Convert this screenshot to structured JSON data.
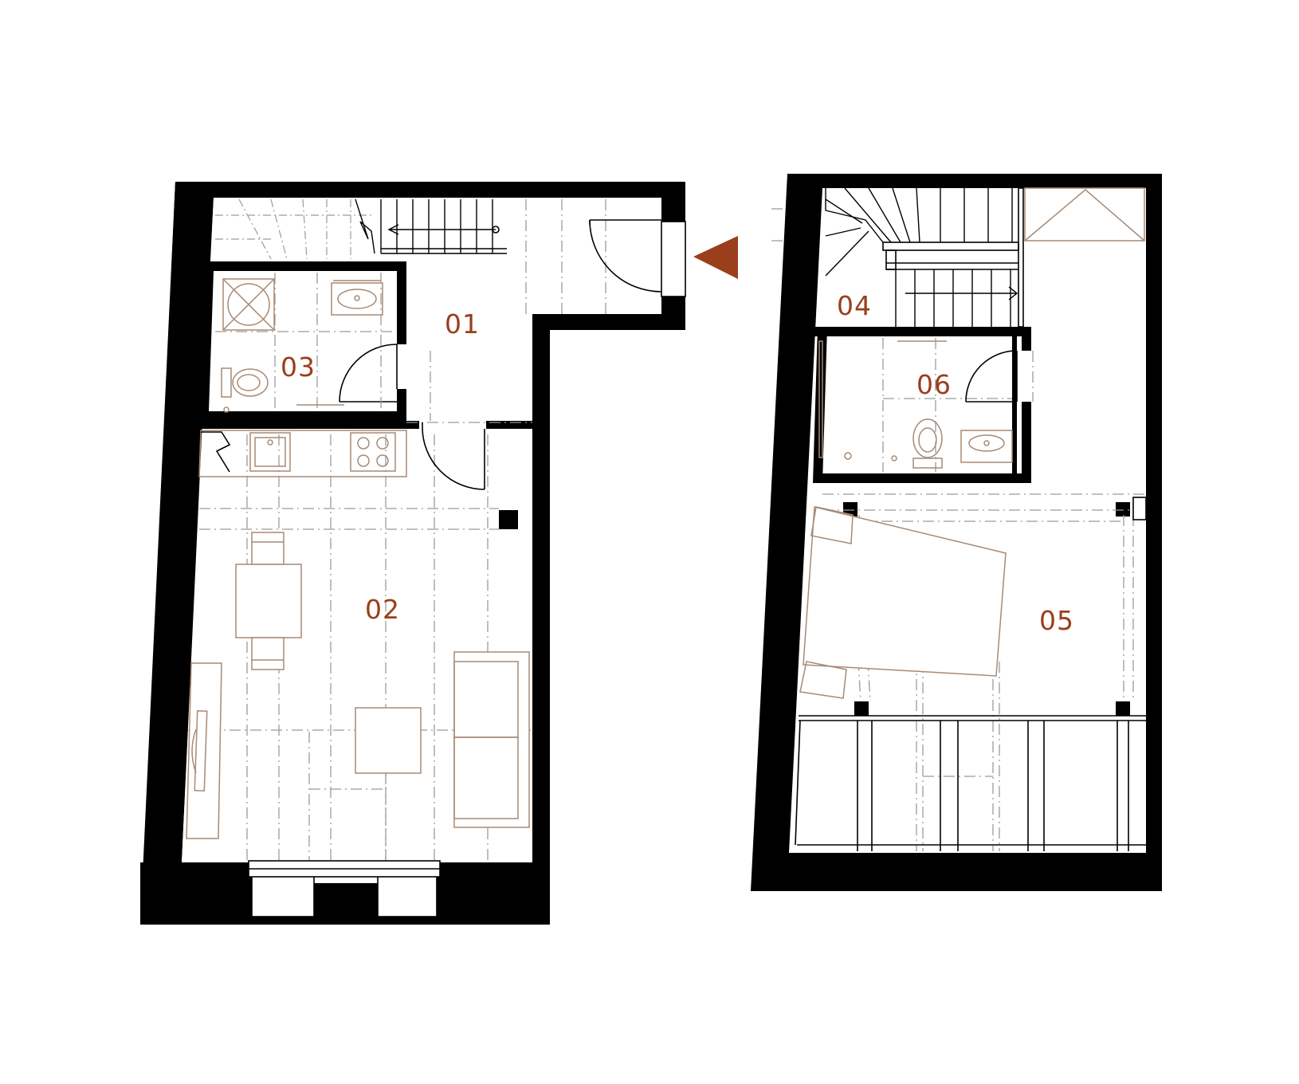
{
  "plan": {
    "rooms": [
      {
        "id": "01",
        "label": "01"
      },
      {
        "id": "02",
        "label": "02"
      },
      {
        "id": "03",
        "label": "03"
      },
      {
        "id": "04",
        "label": "04"
      },
      {
        "id": "05",
        "label": "05"
      },
      {
        "id": "06",
        "label": "06"
      }
    ],
    "entrance_marker_color": "#9a3e1c",
    "label_color": "#9a3e1c",
    "furniture_color": "#a88a74",
    "wall_color": "#000000"
  }
}
